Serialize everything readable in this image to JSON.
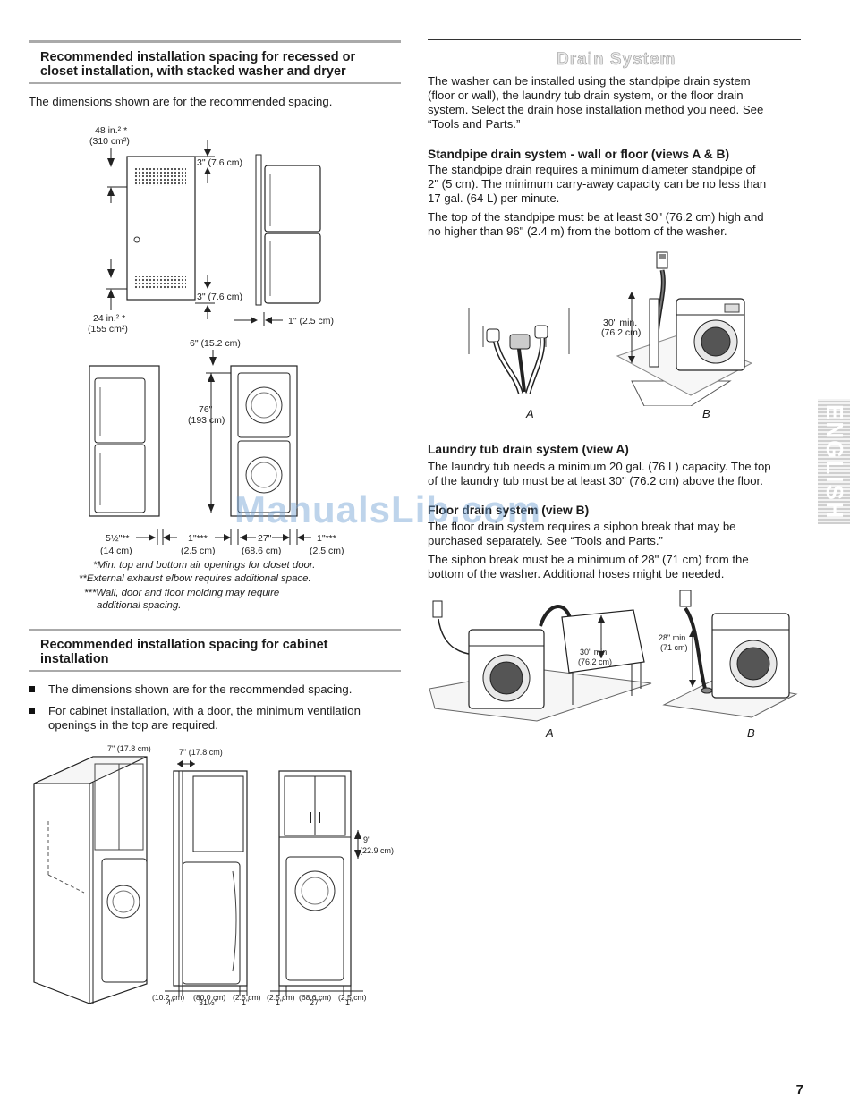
{
  "left": {
    "section1": {
      "title_line1": "Recommended installation spacing for recessed or",
      "title_line2": "closet installation, with stacked washer and dryer",
      "intro": "The dimensions shown are for the recommended spacing."
    },
    "diagram1": {
      "top_vent": "48 in.² *",
      "top_vent_cm": "(310 cm²)",
      "bottom_vent": "24 in.² *",
      "bottom_vent_cm": "(155 cm²)",
      "gap_top": "3\" (7.6 cm)",
      "gap_bottom": "3\" (7.6 cm)",
      "side_gap": "1\" (2.5 cm)",
      "rear_gap": "6\" (15.2 cm)",
      "height_in": "76\"",
      "height_cm": "(193 cm)",
      "dim_a_in": "5½\"**",
      "dim_a_cm": "(14 cm)",
      "dim_b_in": "1\"***",
      "dim_b_cm": "(2.5 cm)",
      "dim_c_in": "27\"",
      "dim_c_cm": "(68.6 cm)",
      "dim_d_in": "1\"***",
      "dim_d_cm": "(2.5 cm)"
    },
    "notes": [
      "*Min. top and bottom air openings for closet door.",
      "**External exhaust elbow requires additional space.",
      "***Wall, door and floor molding may require",
      "additional spacing."
    ],
    "section2": {
      "title_line1": "Recommended installation spacing for cabinet",
      "title_line2": "installation",
      "bullet1": "The dimensions shown are for the recommended spacing.",
      "bullet2_line1": "For cabinet installation, with a door, the minimum ventilation",
      "bullet2_line2": "openings in the top are required."
    },
    "diagram2": {
      "top_a": "7\" (17.8 cm)",
      "top_b": "7\" (17.8 cm)",
      "right_in": "9\"",
      "right_cm": "(22.9 cm)",
      "bottom": [
        {
          "in": "4\"",
          "cm": "(10.2 cm)"
        },
        {
          "in": "31½\"",
          "cm": "(80.0 cm)"
        },
        {
          "in": "1\"",
          "cm": "(2.5 cm)"
        },
        {
          "in": "1\"",
          "cm": "(2.5 cm)"
        },
        {
          "in": "27\"",
          "cm": "(68.6 cm)"
        },
        {
          "in": "1\"",
          "cm": "(2.5 cm)"
        }
      ]
    }
  },
  "right": {
    "title": "Drain System",
    "intro": [
      "The washer can be installed using the standpipe drain system",
      "(floor or wall), the laundry tub drain system, or the floor drain",
      "system. Select the drain hose installation method you need. See",
      "“Tools and Parts.”"
    ],
    "standpipe": {
      "title": "Standpipe drain system - wall or floor (views A & B)",
      "p1": [
        "The standpipe drain requires a minimum diameter standpipe of",
        "2\" (5 cm). The minimum carry-away capacity can be no less than",
        "17 gal. (64 L) per minute."
      ],
      "p2": [
        "The top of the standpipe must be at least 30\" (76.2 cm) high and",
        "no higher than 96\" (2.4 m) from the bottom of the washer."
      ],
      "fig_min": "30\" min.",
      "fig_min_cm": "(76.2 cm)",
      "label_a": "A",
      "label_b": "B"
    },
    "laundry_tub": {
      "title": "Laundry tub drain system (view A)",
      "p1": [
        "The laundry tub needs a minimum 20 gal. (76 L) capacity. The top",
        "of the laundry tub must be at least 30\" (76.2 cm) above the floor."
      ]
    },
    "floor_drain": {
      "title": "Floor drain system (view B)",
      "p1": [
        "The floor drain system requires a siphon break that may be",
        "purchased separately. See “Tools and Parts.”"
      ],
      "p2": [
        "The siphon break must be a minimum of 28\" (71 cm) from the",
        "bottom of the washer. Additional hoses might be needed."
      ],
      "fig_a_min": "30\" min.",
      "fig_a_cm": "(76.2 cm)",
      "fig_b_min": "28\" min.",
      "fig_b_cm": "(71 cm)",
      "label_a": "A",
      "label_b": "B"
    }
  },
  "side_tab": "ENGLISH",
  "watermark": "ManualsLib.com",
  "page_number": "7"
}
